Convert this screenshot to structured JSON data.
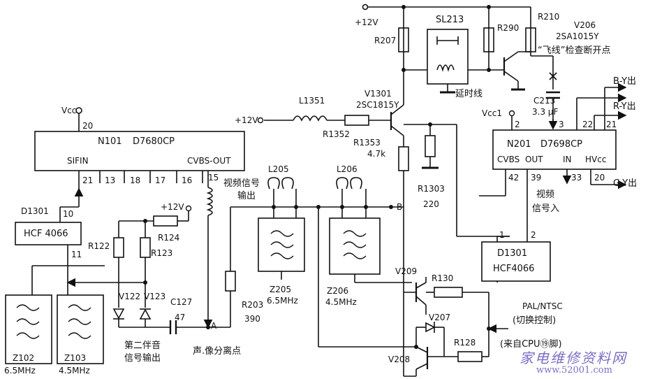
{
  "chips": {
    "n101": {
      "name": "N101",
      "part": "D7680CP",
      "sifin": "SIFIN",
      "cvbs_out": "CVBS-OUT",
      "pins": {
        "p20": "20",
        "p21": "21",
        "p13": "13",
        "p18": "18",
        "p17": "17",
        "p16": "16",
        "p15": "15"
      }
    },
    "n201": {
      "name": "N201",
      "part": "D7698CP",
      "cvbs": "CVBS",
      "out": "OUT",
      "in": "IN",
      "hvcc": "HVcc",
      "pins": {
        "p2": "2",
        "p3": "3",
        "p22": "22",
        "p21": "21",
        "p42": "42",
        "p39": "39",
        "p33": "33",
        "p20": "20"
      }
    },
    "d1301_left": {
      "name": "HCF 4066",
      "pin10": "10",
      "pin11": "11"
    },
    "d1301_right": {
      "name": "HCF4066",
      "pin1": "1",
      "pin2": "2"
    }
  },
  "labels": {
    "vcc": "Vcc",
    "d1301_ref": "D1301",
    "d1301_ref2": "D1301",
    "plus12_top": "+12V",
    "plus12_mid": "+12V",
    "plus12_left": "+12V",
    "r207": "R207",
    "sl213": "SL213",
    "r290": "R290",
    "r210": "R210",
    "v206": "V206",
    "v206_part": "2SA1015Y",
    "flyline": "“飞线”检查断开点",
    "delay_line": "延时线",
    "c213": "C213",
    "c213_val": "3.3 μF",
    "vcc1": "Vcc1",
    "by_out": "B-Y出",
    "ry_out": "R-Y出",
    "gy_out": "G-Y出",
    "l1351": "L1351",
    "v1301": "V1301",
    "v1301_part": "2SC1815Y",
    "r1352": "R1352",
    "r1353": "R1353",
    "r1353_val": "4.7k",
    "r1303": "R1303",
    "r1303_val": "220",
    "video_in_1": "视频",
    "video_in_2": "信号入",
    "l205": "L205",
    "l206": "L206",
    "video_out_1": "视频信号",
    "video_out_2": "输出",
    "node_b": "B",
    "node_a": "A",
    "r122": "R122",
    "r123": "R123",
    "r124": "R124",
    "v122": "V122",
    "v123": "V123",
    "c127": "C127",
    "c127_val": "47",
    "second_sound_1": "第二伴音",
    "second_sound_2": "信号输出",
    "sep_point": "声.像分离点",
    "r203": "R203",
    "r203_val": "390",
    "z205": "Z205",
    "z205_val": "6.5MHz",
    "z206": "Z206",
    "z206_val": "4.5MHz",
    "z102": "Z102",
    "z102_val": "6.5MHz",
    "z103": "Z103",
    "z103_val": "4.5MHz",
    "v209": "V209",
    "r130": "R130",
    "v207": "V207",
    "r128": "R128",
    "v208": "V208",
    "pal_ntsc": "PAL/NTSC",
    "switch_ctrl": "(切换控制)",
    "from_cpu": "(来自CPU⑲脚)"
  },
  "watermark": {
    "cn": "家电维修资料网",
    "url": "www.52001.com",
    "color": "#7b6fc4"
  }
}
